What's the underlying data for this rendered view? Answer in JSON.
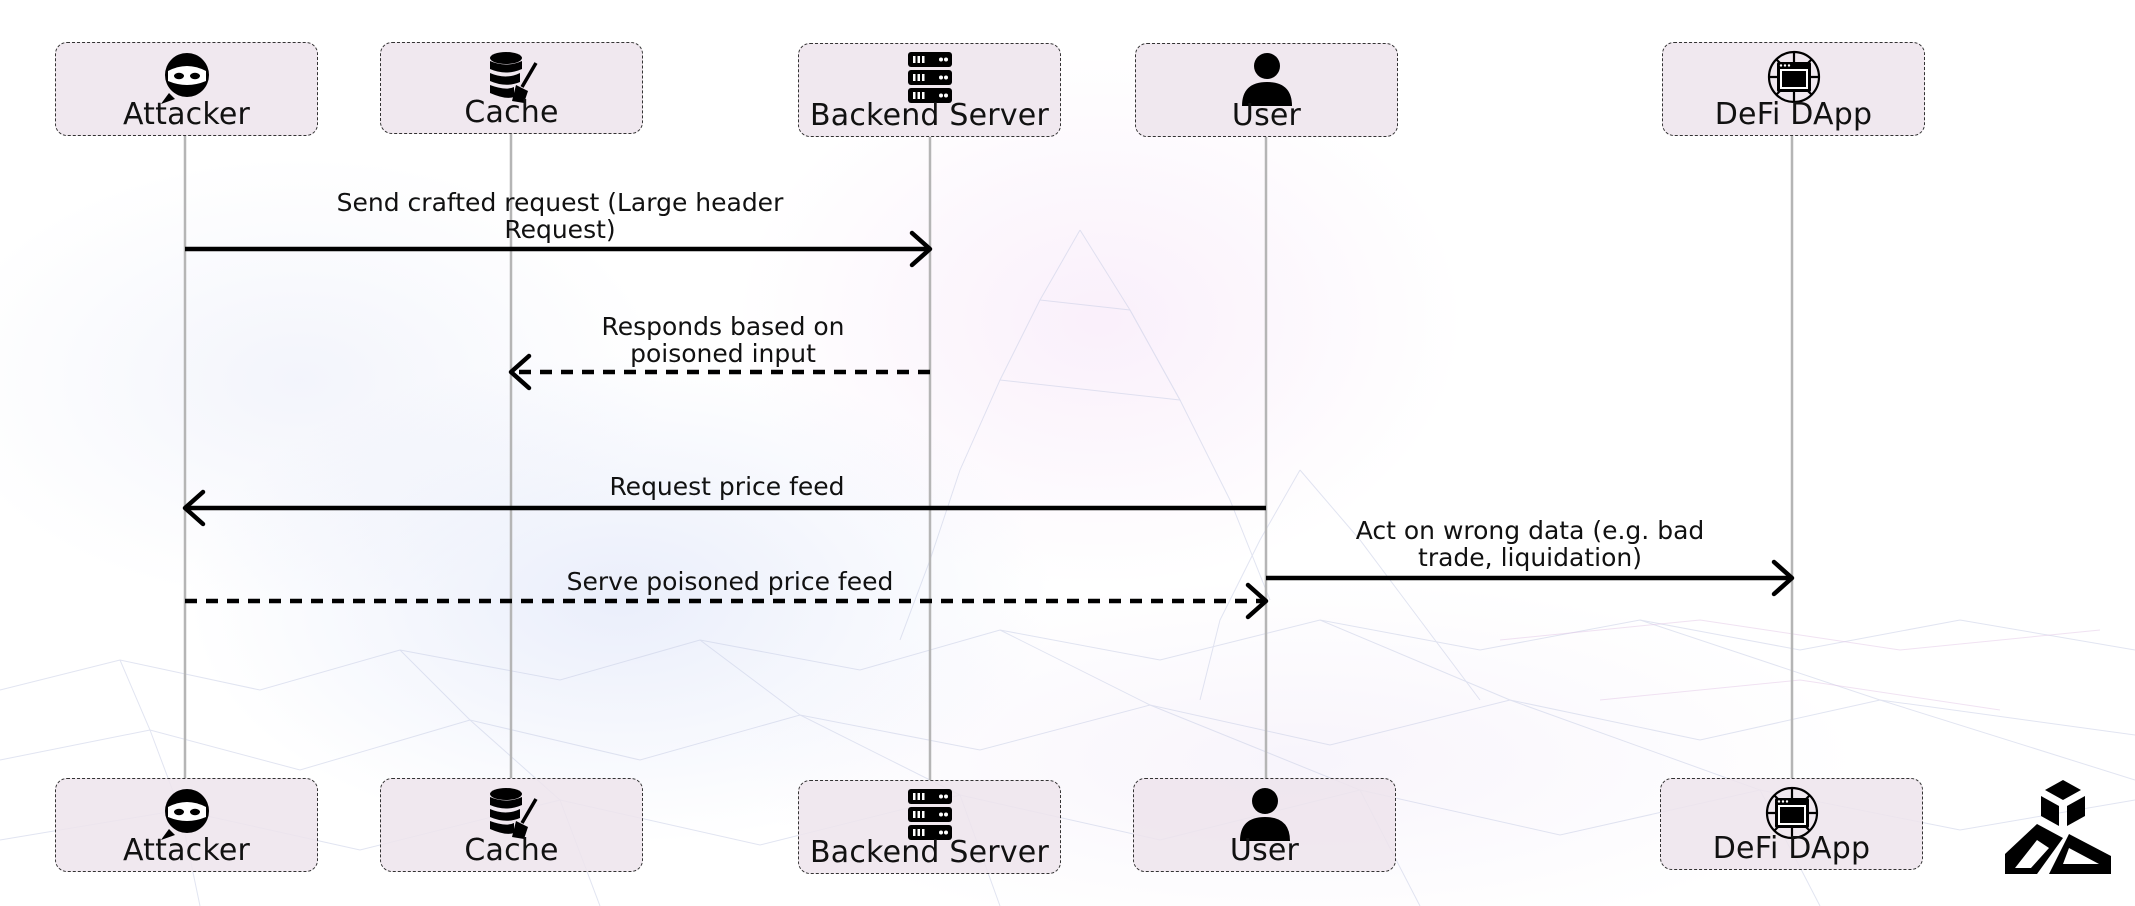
{
  "participants": [
    {
      "id": "attacker",
      "label": "Attacker",
      "icon": "ninja-icon"
    },
    {
      "id": "cache",
      "label": "Cache",
      "icon": "database-cleanup-icon"
    },
    {
      "id": "backend",
      "label": "Backend Server",
      "icon": "server-icon"
    },
    {
      "id": "user",
      "label": "User",
      "icon": "user-icon"
    },
    {
      "id": "dapp",
      "label": "DeFi DApp",
      "icon": "browser-network-icon"
    }
  ],
  "messages": [
    {
      "text": "Send crafted request (Large header\nRequest)",
      "from": "attacker",
      "to": "backend",
      "style": "solid"
    },
    {
      "text": "Responds based on\npoisoned input",
      "from": "backend",
      "to": "cache",
      "style": "dashed"
    },
    {
      "text": "Request  price feed",
      "from": "user",
      "to": "attacker",
      "style": "solid"
    },
    {
      "text": "Act on wrong data (e.g. bad\ntrade, liquidation)",
      "from": "user",
      "to": "dapp",
      "style": "solid"
    },
    {
      "text": "Serve poisoned price feed",
      "from": "attacker",
      "to": "user",
      "style": "dashed"
    }
  ],
  "logo": {
    "icon": "brand-logo-icon"
  },
  "colors": {
    "arrow": "#000000",
    "lifeline": "#b5b5b5",
    "box_fill": "#eee4ec",
    "box_border": "#333333"
  }
}
